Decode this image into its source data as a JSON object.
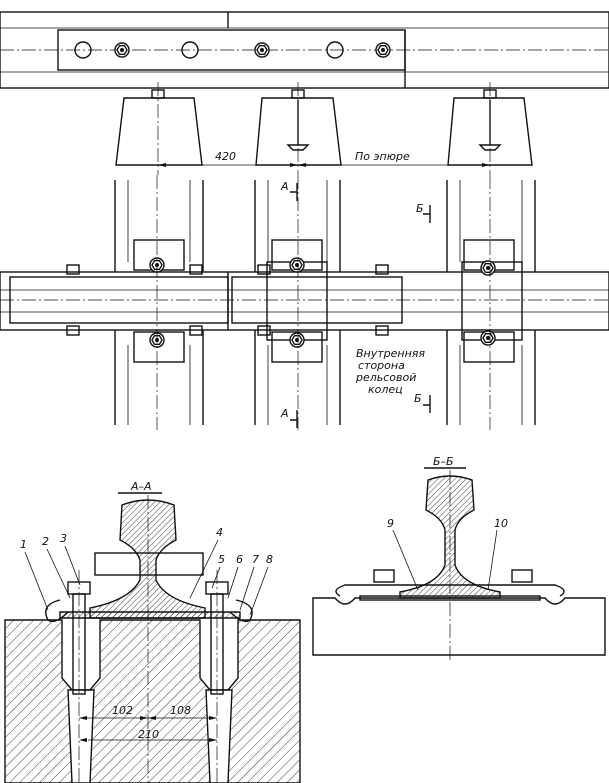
{
  "dimensions": {
    "spacing": "420",
    "by_diagram": "По эпюре",
    "d102": "102",
    "d108": "108",
    "d210": "210"
  },
  "section_marks": {
    "a": "А",
    "b": "Б"
  },
  "note": {
    "line1": "Внутренняя",
    "line2": "сторона",
    "line3": "рельсовой",
    "line4": "колец"
  },
  "sections": {
    "aa": "А–А",
    "bb": "Б–Б"
  },
  "callouts": [
    "1",
    "2",
    "3",
    "4",
    "5",
    "6",
    "7",
    "8",
    "9",
    "10"
  ]
}
